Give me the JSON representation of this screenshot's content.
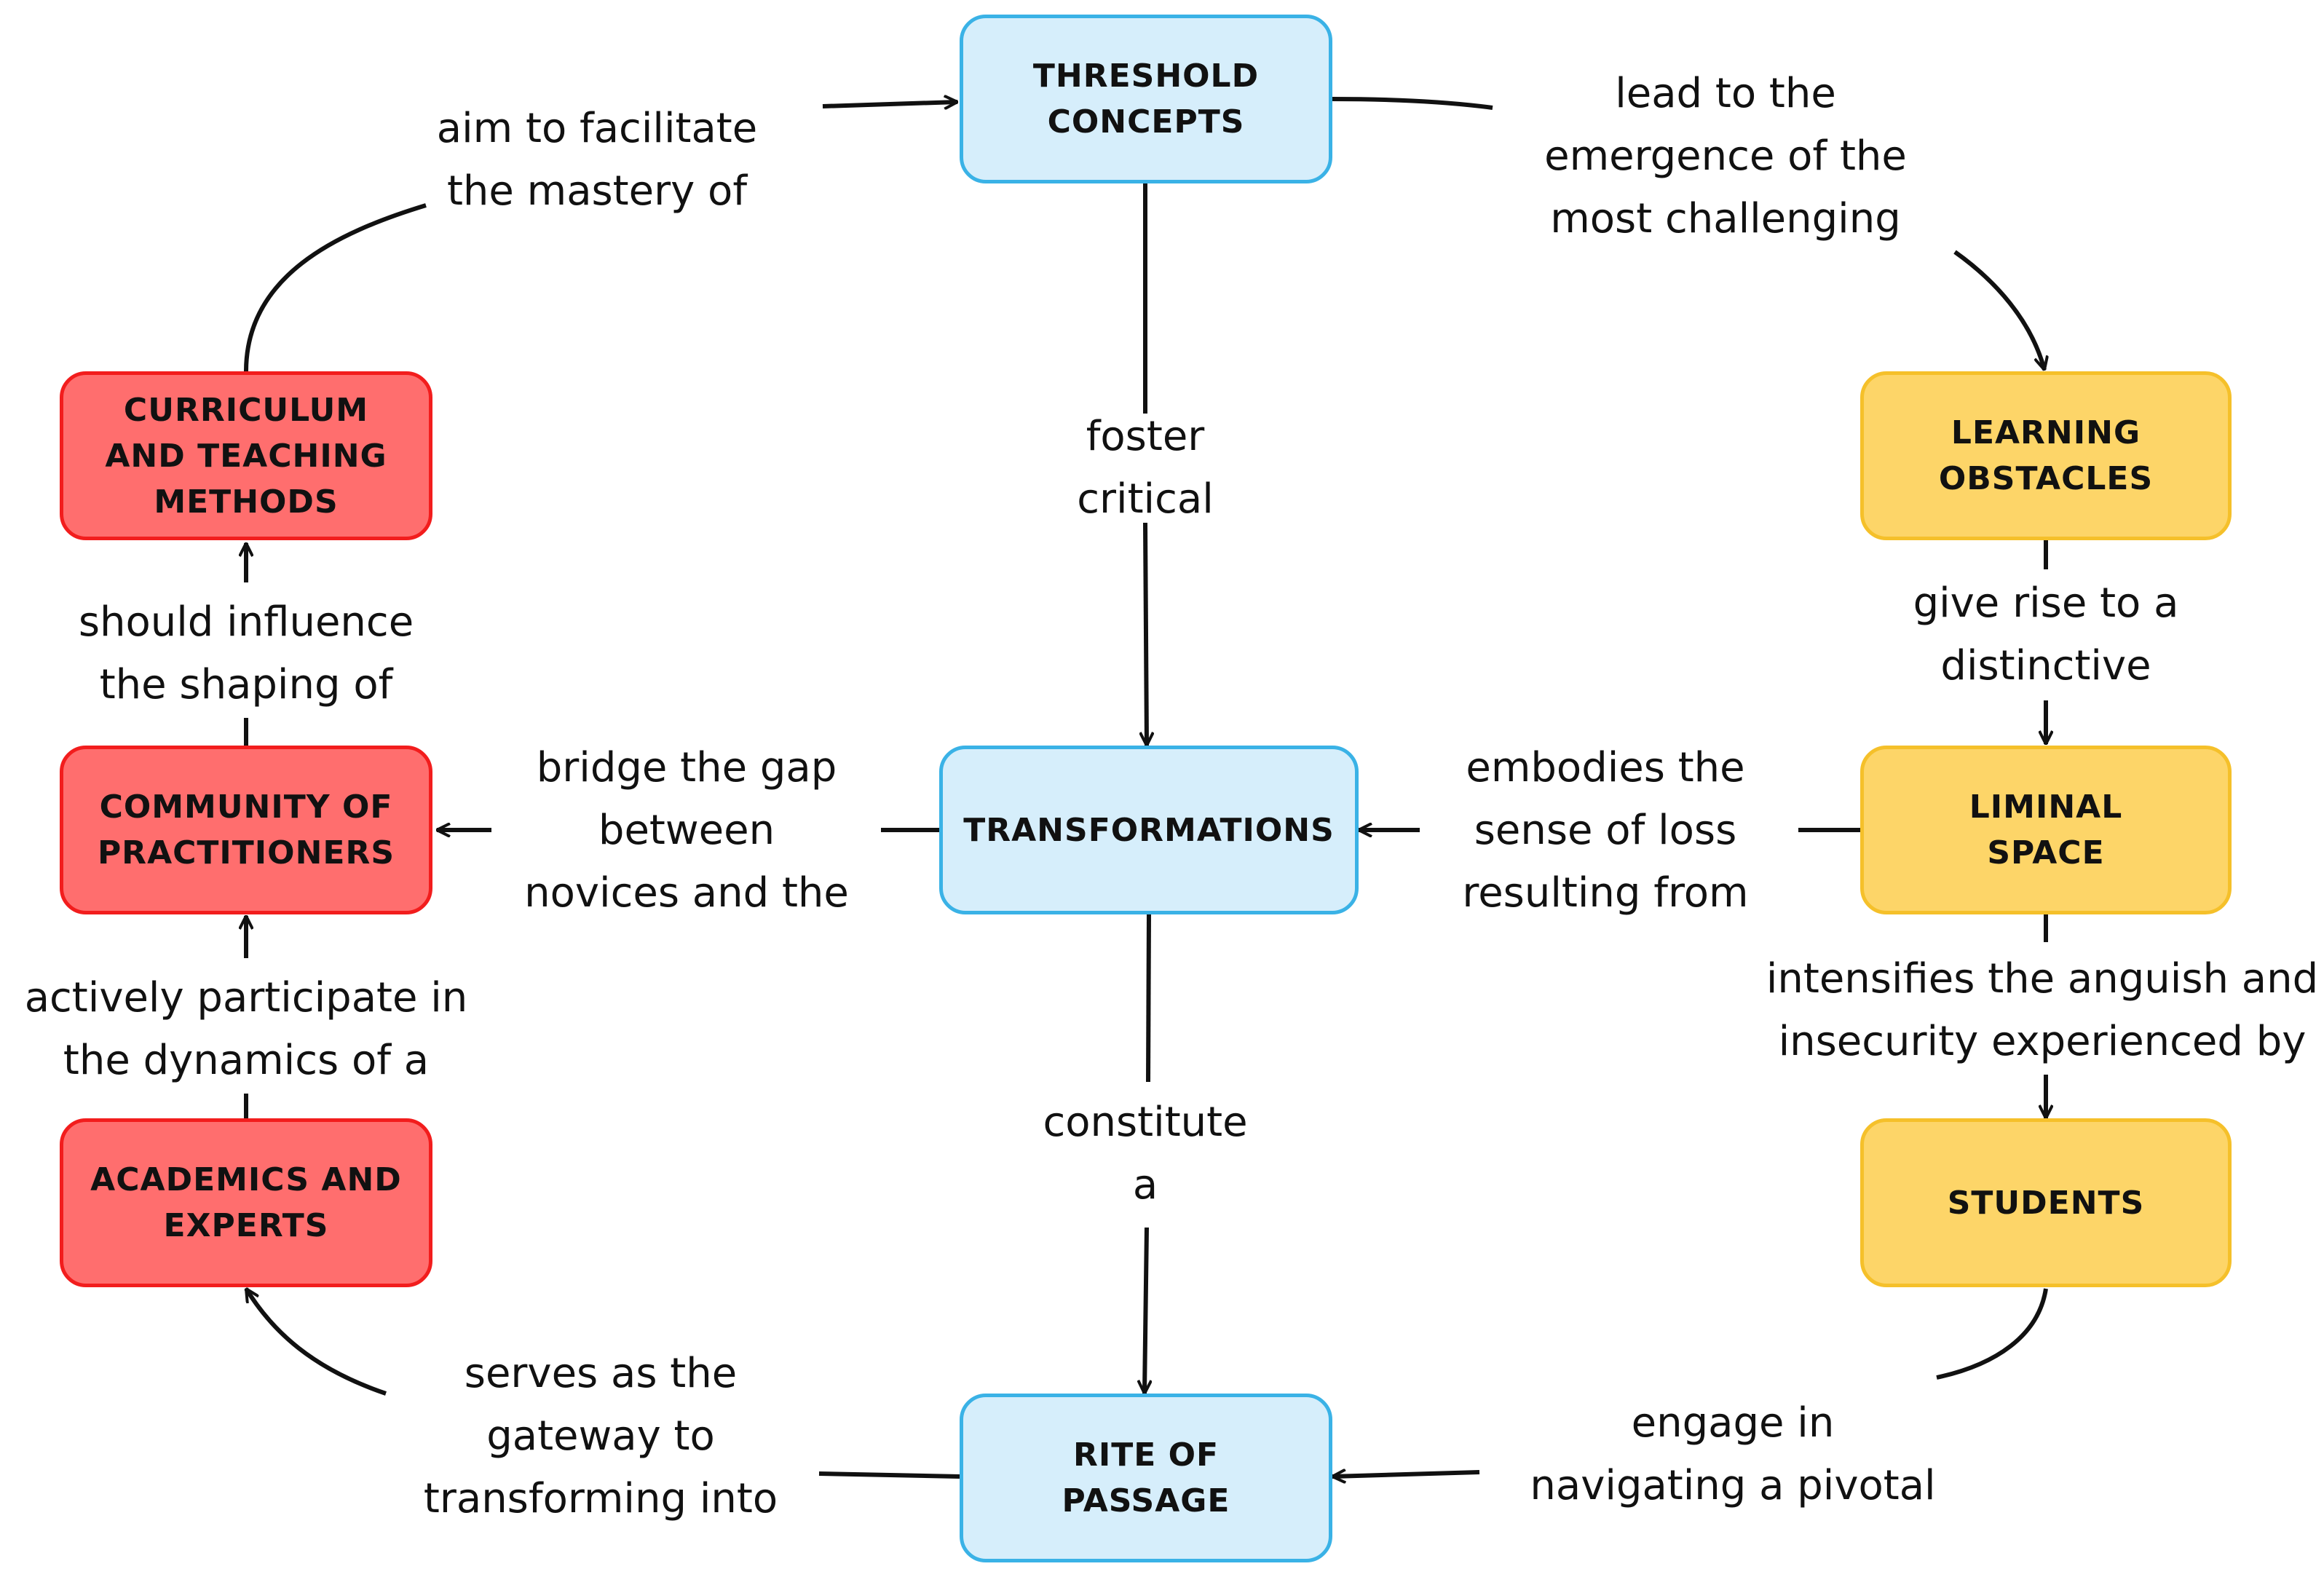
{
  "nodes": {
    "threshold_concepts": "THRESHOLD\nCONCEPTS",
    "learning_obstacles": "LEARNING\nOBSTACLES",
    "curriculum": "CURRICULUM\nAND TEACHING\nMETHODS",
    "transformations": "TRANSFORMATIONS",
    "community": "COMMUNITY OF\nPRACTITIONERS",
    "liminal_space": "LIMINAL\nSPACE",
    "academics": "ACADEMICS AND\nEXPERTS",
    "students": "STUDENTS",
    "rite_of_passage": "RITE OF\nPASSAGE"
  },
  "links": {
    "curriculum_to_threshold": "aim to facilitate\nthe mastery of",
    "threshold_to_obstacles": "lead to the\nemergence of the\nmost challenging",
    "threshold_to_transformations": "foster\ncritical",
    "obstacles_to_liminal": "give rise to a\ndistinctive",
    "community_to_curriculum": "should influence\nthe shaping of",
    "transformations_to_community": "bridge the gap\nbetween\nnovices and the",
    "liminal_to_transformations": "embodies the\nsense of loss\nresulting from",
    "academics_to_community": "actively participate in\nthe dynamics of a",
    "liminal_to_students": "intensifies the anguish and\ninsecurity experienced by",
    "transformations_to_rite": "constitute\na",
    "rite_to_academics": "serves as the\ngateway to\ntransforming into",
    "students_to_rite": "engage in\nnavigating a pivotal"
  },
  "colors": {
    "blue_fill": "#d6eefb",
    "blue_border": "#3ab2e6",
    "yellow_fill": "#fdd568",
    "yellow_border": "#f5c02a",
    "red_fill": "#ff6e6e",
    "red_border": "#f21d1d",
    "line": "#111111"
  }
}
